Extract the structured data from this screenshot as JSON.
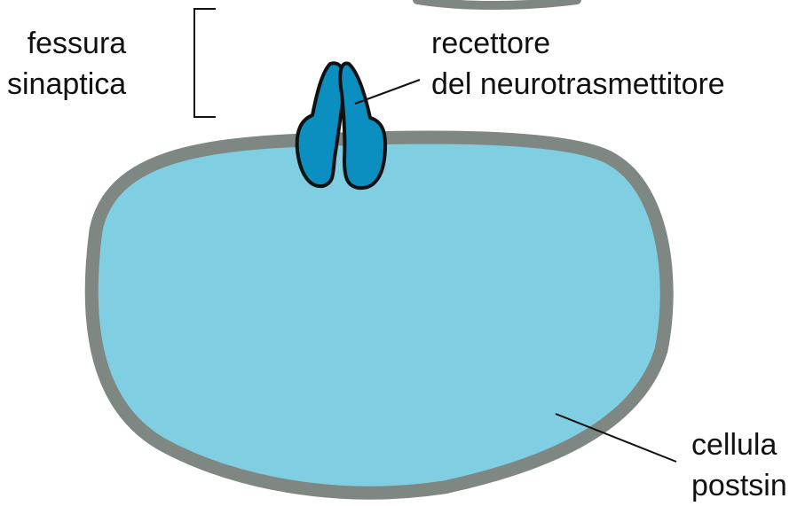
{
  "labels": {
    "synaptic_cleft": {
      "line1": "fessura",
      "line2": "sinaptica"
    },
    "receptor": {
      "line1": "recettore",
      "line2": "del neurotrasmettitore"
    },
    "postsynaptic_cell": {
      "line1": "cellula",
      "line2": "postsin"
    }
  },
  "colors": {
    "membrane": "#7f8782",
    "cytoplasm": "#80cee2",
    "receptor_fill": "#0a8fc0",
    "outline": "#111111",
    "background": "#ffffff"
  }
}
